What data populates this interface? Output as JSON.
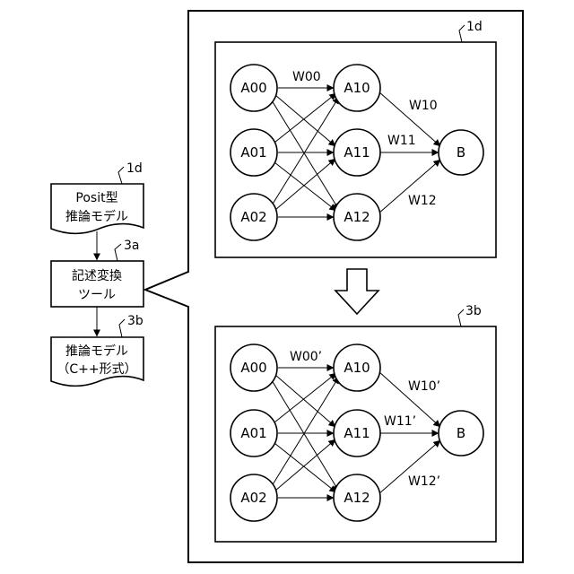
{
  "flow": {
    "model_input": {
      "ref": "1d",
      "line1": "Posit型",
      "line2": "推論モデル"
    },
    "tool": {
      "ref": "3a",
      "line1": "記述変換",
      "line2": "ツール"
    },
    "model_output": {
      "ref": "3b",
      "line1": "推論モデル",
      "line2": "（C++形式）"
    }
  },
  "panel_top": {
    "ref": "1d",
    "inputs": [
      "A00",
      "A01",
      "A02"
    ],
    "hidden": [
      "A10",
      "A11",
      "A12"
    ],
    "output": "B",
    "weights": {
      "w00": "W00",
      "w10": "W10",
      "w11": "W11",
      "w12": "W12"
    }
  },
  "panel_bottom": {
    "ref": "3b",
    "inputs": [
      "A00",
      "A01",
      "A02"
    ],
    "hidden": [
      "A10",
      "A11",
      "A12"
    ],
    "output": "B",
    "weights": {
      "w00": "W00’",
      "w10": "W10’",
      "w11": "W11’",
      "w12": "W12’"
    }
  }
}
